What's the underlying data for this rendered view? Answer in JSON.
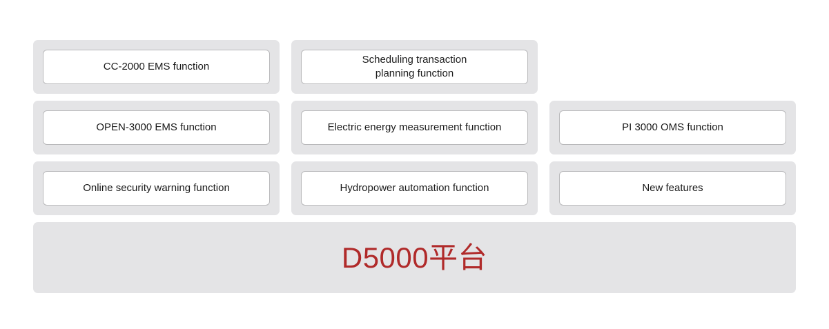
{
  "diagram": {
    "title_color": "#b02a2a",
    "cell_background": "#e4e4e6",
    "card_background": "#ffffff",
    "card_border": "#b9b9bb",
    "rows": [
      {
        "cells": [
          {
            "label": "CC-2000 EMS function",
            "empty": false
          },
          {
            "label": "Scheduling transaction\nplanning function",
            "empty": false
          },
          {
            "label": "",
            "empty": true
          }
        ]
      },
      {
        "cells": [
          {
            "label": "OPEN-3000 EMS function",
            "empty": false
          },
          {
            "label": "Electric energy measurement function",
            "empty": false
          },
          {
            "label": "PI 3000 OMS function",
            "empty": false
          }
        ]
      },
      {
        "cells": [
          {
            "label": "Online security warning function",
            "empty": false
          },
          {
            "label": "Hydropower automation function",
            "empty": false
          },
          {
            "label": "New features",
            "empty": false
          }
        ]
      }
    ],
    "platform": {
      "label": "D5000平台"
    }
  }
}
